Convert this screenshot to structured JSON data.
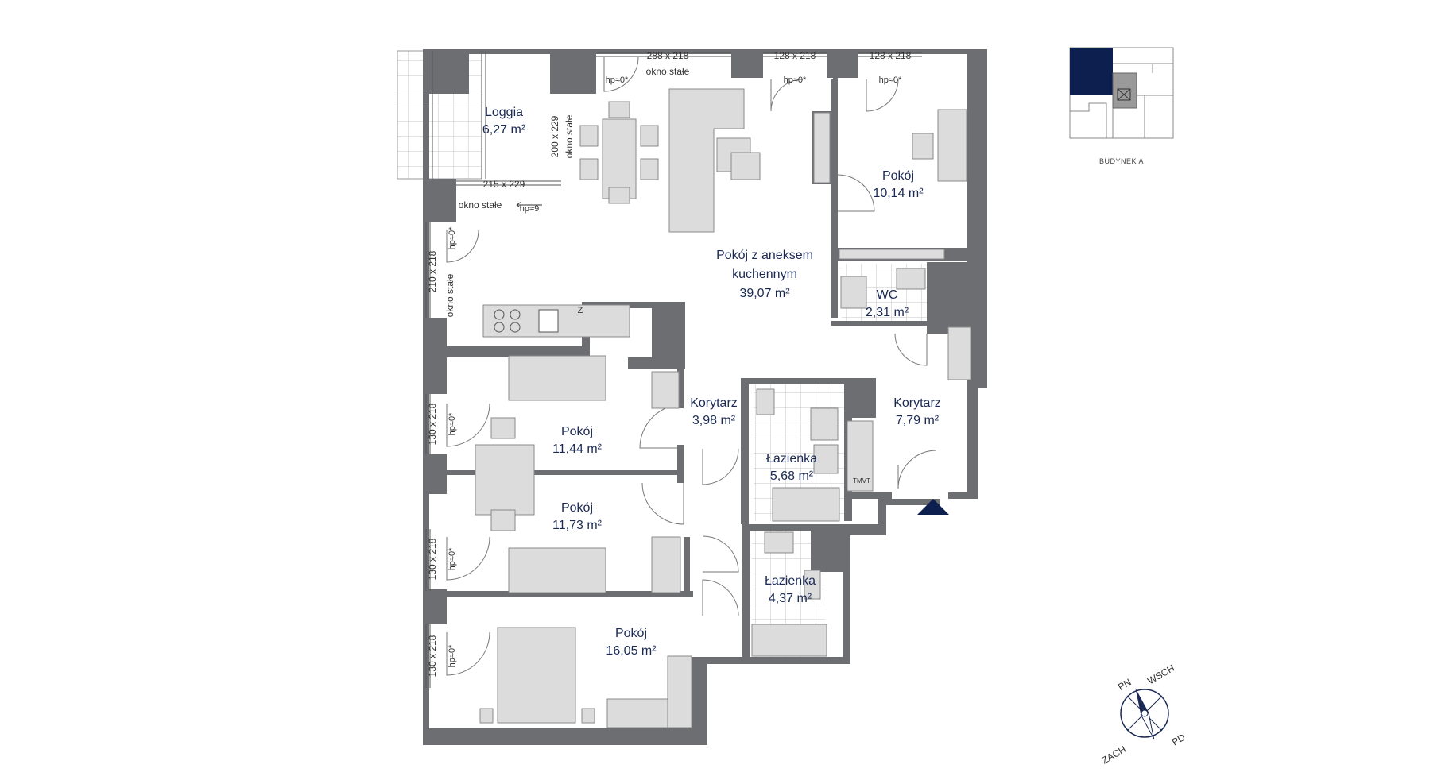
{
  "colors": {
    "wall": "#6d6e71",
    "accent": "#0d1f4f",
    "text": "#1b2a55",
    "furniture": "#dcdcdc",
    "furniture_stroke": "#8a8a8a",
    "tile": "#bdbdbd",
    "background": "#ffffff"
  },
  "rooms": {
    "loggia": {
      "name": "Loggia",
      "area": "6,27 m²"
    },
    "living": {
      "name1": "Pokój z aneksem",
      "name2": "kuchennym",
      "area": "39,07 m²"
    },
    "room_ne": {
      "name": "Pokój",
      "area": "10,14 m²"
    },
    "wc": {
      "name": "WC",
      "area": "2,31 m²"
    },
    "corridor_1": {
      "name": "Korytarz",
      "area": "3,98 m²"
    },
    "corridor_2": {
      "name": "Korytarz",
      "area": "7,79 m²"
    },
    "bathroom_1": {
      "name": "Łazienka",
      "area": "5,68 m²"
    },
    "bathroom_2": {
      "name": "Łazienka",
      "area": "4,37 m²"
    },
    "room_1": {
      "name": "Pokój",
      "area": "11,44 m²"
    },
    "room_2": {
      "name": "Pokój",
      "area": "11,73 m²"
    },
    "room_3": {
      "name": "Pokój",
      "area": "16,05 m²"
    }
  },
  "windows": {
    "top_main_dim": "288 x 218",
    "top_main_label": "okno stałe",
    "top_mid_dim": "128 x 218",
    "top_right_dim": "128 x 218",
    "hp_top_1": "hp≈0*",
    "hp_top_2": "hp≈0*",
    "hp_top_3": "hp≈0*",
    "loggia_side_dim": "200 x 229",
    "loggia_side_label": "okno stałe",
    "loggia_bottom_dim": "215 x 229",
    "loggia_bottom_label": "okno stałe",
    "loggia_hp": "hp≈9",
    "west_dim": "210 x 218",
    "west_hp": "hp≈0*",
    "west_label": "okno stałe",
    "room1_dim": "130 x 218",
    "room1_hp": "hp≈0*",
    "room2_dim": "130 x 218",
    "room2_hp": "hp≈0*",
    "room3_dim": "130 x 218",
    "room3_hp": "hp≈0*"
  },
  "fixtures": {
    "kitchen_z": "Z",
    "vent": "TMVT"
  },
  "key_plan": {
    "caption": "BUDYNEK A"
  },
  "compass": {
    "north": "PN",
    "east": "WSCH",
    "south": "PD",
    "west": "ZACH"
  }
}
